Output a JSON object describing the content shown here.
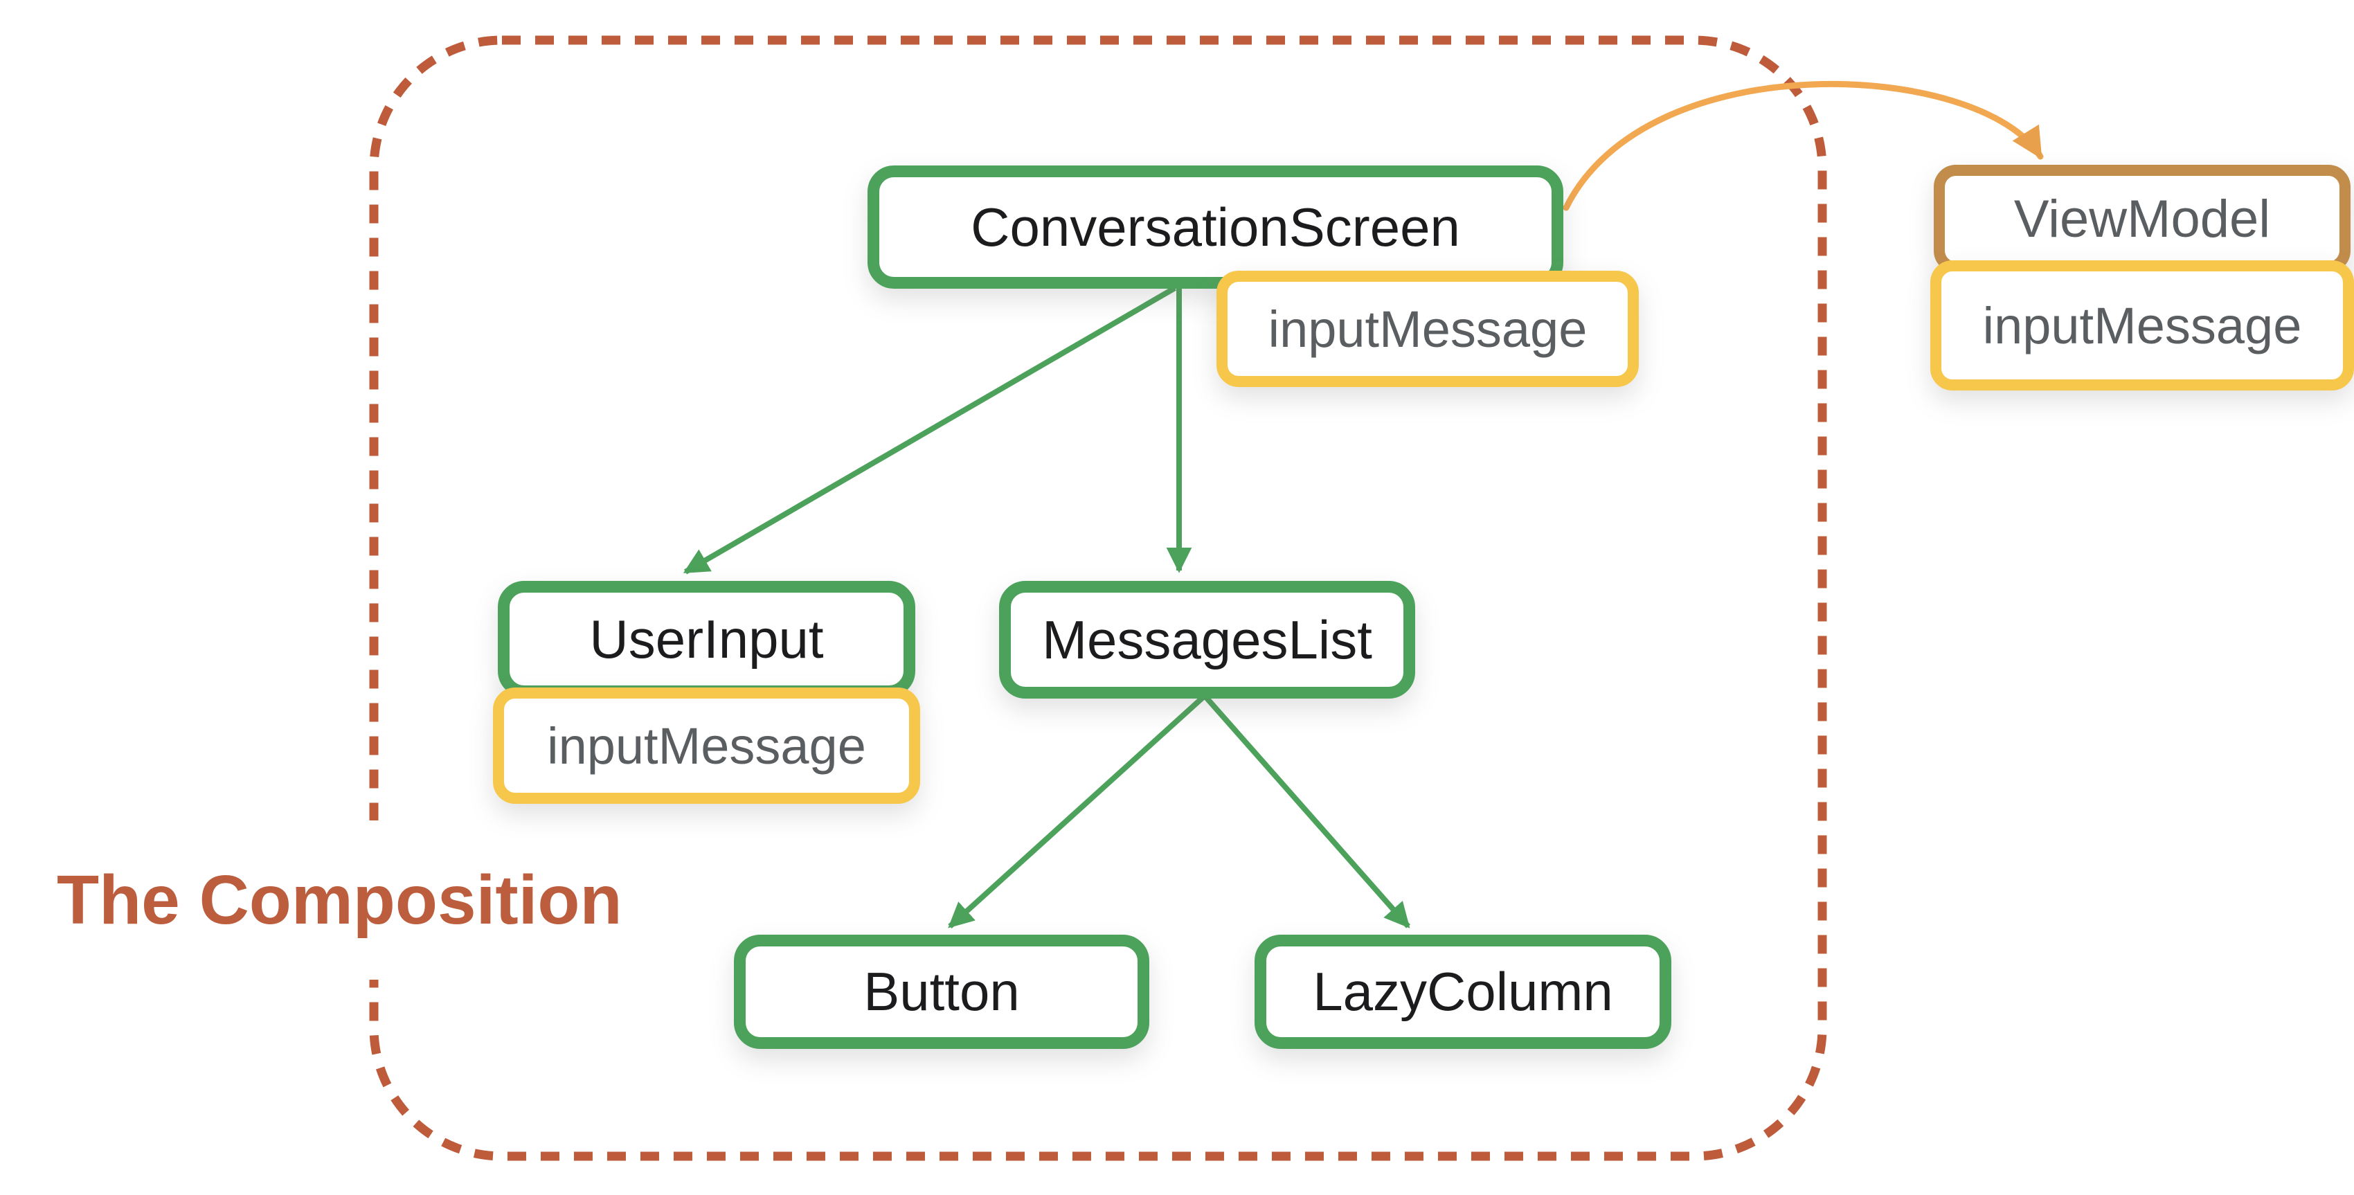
{
  "diagram": {
    "title": "The Composition",
    "nodes": {
      "conversation_screen": {
        "label": "ConversationScreen",
        "type": "composable"
      },
      "input_message_cs": {
        "label": "inputMessage",
        "type": "state"
      },
      "user_input": {
        "label": "UserInput",
        "type": "composable"
      },
      "input_message_ui": {
        "label": "inputMessage",
        "type": "state"
      },
      "messages_list": {
        "label": "MessagesList",
        "type": "composable"
      },
      "button": {
        "label": "Button",
        "type": "composable"
      },
      "lazy_column": {
        "label": "LazyColumn",
        "type": "composable"
      },
      "view_model": {
        "label": "ViewModel",
        "type": "viewmodel"
      },
      "input_message_vm": {
        "label": "inputMessage",
        "type": "state"
      }
    },
    "edges": [
      {
        "from": "ConversationScreen",
        "to": "UserInput",
        "style": "green-solid-arrow"
      },
      {
        "from": "ConversationScreen",
        "to": "MessagesList",
        "style": "green-solid-arrow"
      },
      {
        "from": "MessagesList",
        "to": "Button",
        "style": "green-solid-arrow"
      },
      {
        "from": "MessagesList",
        "to": "LazyColumn",
        "style": "green-solid-arrow"
      },
      {
        "from": "ConversationScreen",
        "to": "ViewModel",
        "style": "orange-curved-arrow"
      }
    ],
    "colors": {
      "composable_border": "#4DA25B",
      "state_border": "#F7C74B",
      "viewmodel_border": "#C28C4B",
      "boundary_dashed": "#BD5B3A",
      "title_text": "#BC5E3E",
      "arrow_orange": "#F2A851",
      "label_dark": "#1C1C1E",
      "label_gray": "#5B5E61"
    }
  }
}
